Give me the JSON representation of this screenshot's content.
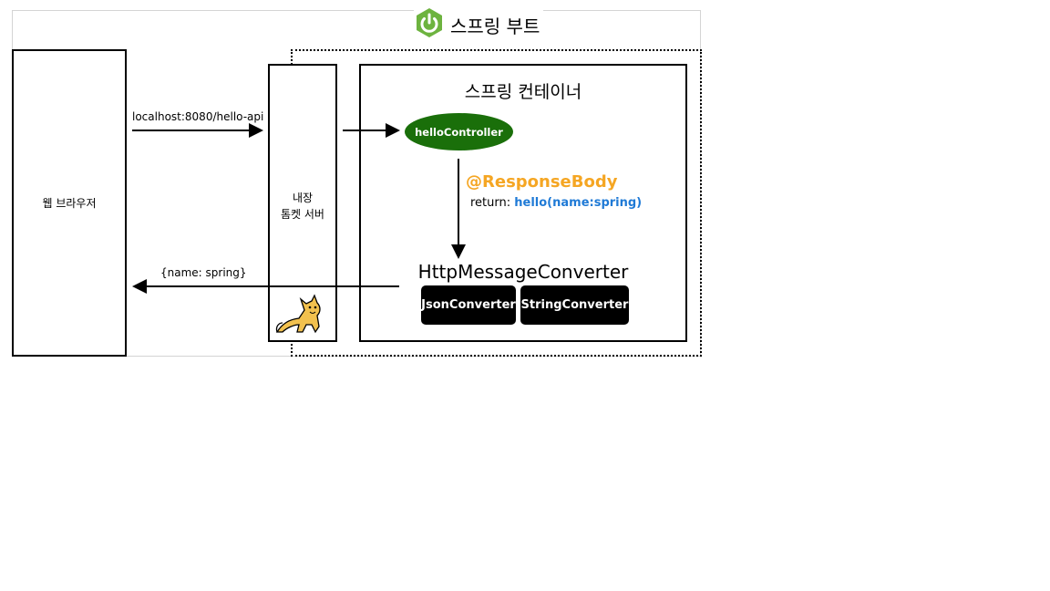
{
  "title": "스프링 부트",
  "icons": {
    "logo": "spring-power-icon",
    "mascot": "tomcat-cat-icon"
  },
  "colors": {
    "spring_green": "#6db33f",
    "controller_green": "#1a6f0a",
    "response_body": "#f5a623",
    "return_value": "#1f7ad6"
  },
  "browser": {
    "label": "웹 브라우저"
  },
  "tomcat": {
    "line1": "내장",
    "line2": "톰켓 서버"
  },
  "container": {
    "title": "스프링 컨테이너",
    "controller": "helloController",
    "annotation": "@ResponseBody",
    "return_prefix": "return: ",
    "return_value": "hello(name:spring)",
    "converter_title": "HttpMessageConverter",
    "converters": [
      "JsonConverter",
      "StringConverter"
    ]
  },
  "request": {
    "url": "localhost:8080/hello-api"
  },
  "response": {
    "body": "{name: spring}"
  }
}
